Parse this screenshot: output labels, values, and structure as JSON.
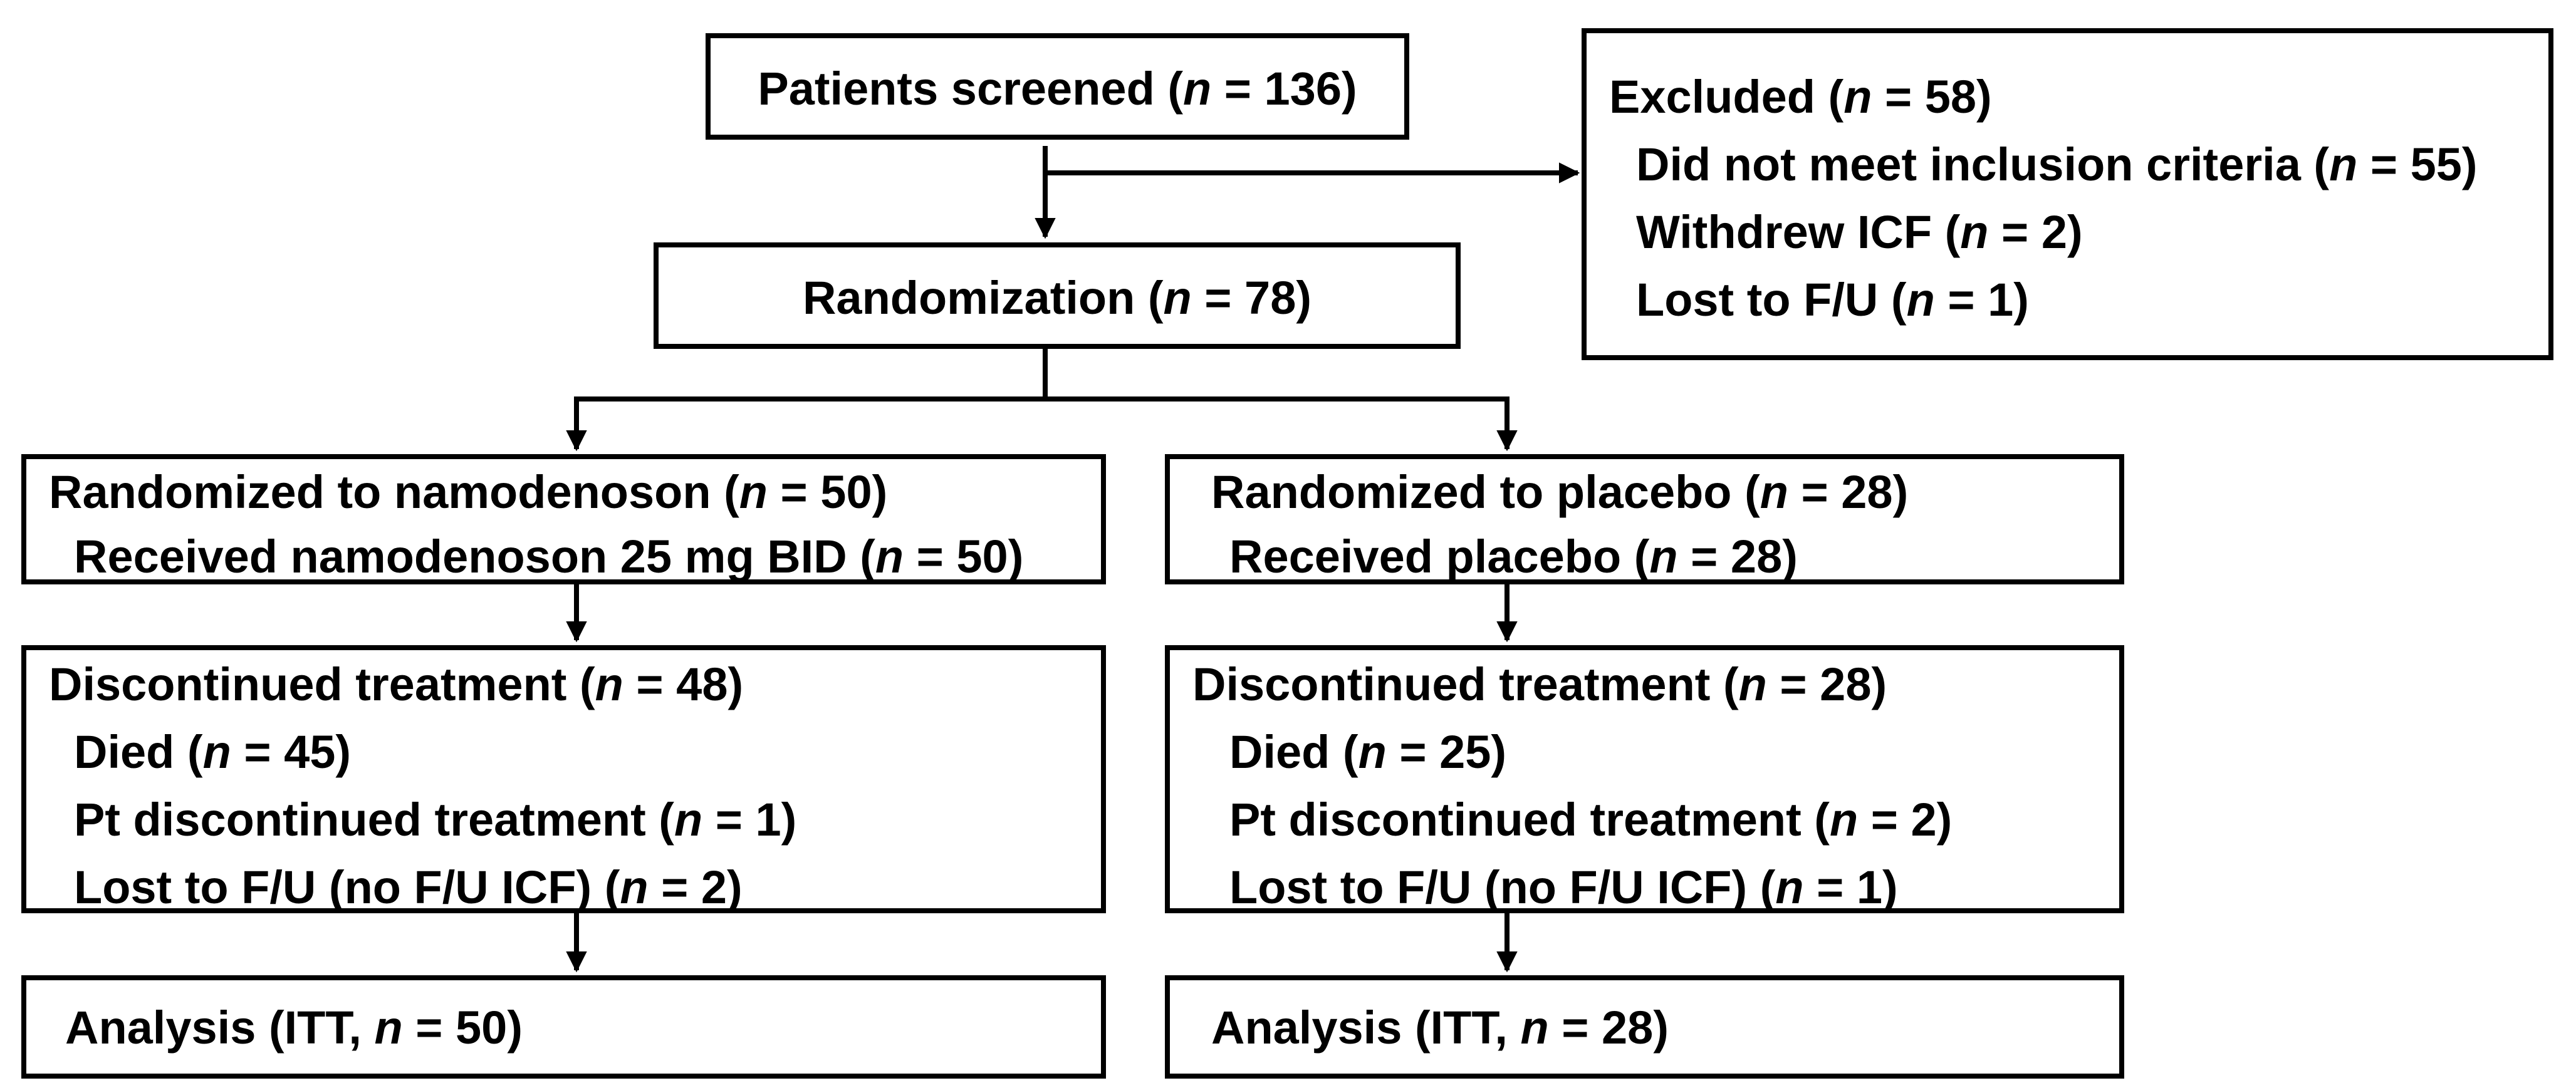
{
  "flowchart": {
    "screened": {
      "text": "Patients screened (",
      "n": "n",
      "tail": " = 136)"
    },
    "excluded": {
      "title": {
        "text": "Excluded  (",
        "n": "n",
        "tail": " = 58)"
      },
      "items": [
        {
          "text": "Did not meet inclusion criteria (",
          "n": "n",
          "tail": " = 55)"
        },
        {
          "text": "Withdrew ICF (",
          "n": "n",
          "tail": " = 2)"
        },
        {
          "text": "Lost to F/U (",
          "n": "n",
          "tail": " = 1)"
        }
      ]
    },
    "randomization": {
      "text": "Randomization (",
      "n": "n",
      "tail": " = 78)"
    },
    "arm_namodenoson": {
      "randomized": {
        "title": {
          "text": "Randomized to namodenoson (",
          "n": "n",
          "tail": " = 50)"
        },
        "received": {
          "text": "Received namodenoson 25 mg BID (",
          "n": "n",
          "tail": " = 50)"
        }
      },
      "discontinued": {
        "title": {
          "text": "Discontinued treatment (",
          "n": "n",
          "tail": " = 48)"
        },
        "items": [
          {
            "text": "Died  (",
            "n": "n",
            "tail": " = 45)"
          },
          {
            "text": "Pt discontinued treatment (",
            "n": "n",
            "tail": " = 1)"
          },
          {
            "text": "Lost to  F/U (no F/U ICF) (",
            "n": "n",
            "tail": " = 2)"
          }
        ]
      },
      "analysis": {
        "text": "Analysis (ITT, ",
        "n": "n",
        "tail": " = 50)"
      }
    },
    "arm_placebo": {
      "randomized": {
        "title": {
          "text": "Randomized to placebo (",
          "n": "n",
          "tail": " = 28)"
        },
        "received": {
          "text": "Received placebo (",
          "n": "n",
          "tail": " = 28)"
        }
      },
      "discontinued": {
        "title": {
          "text": "Discontinued treatment (",
          "n": "n",
          "tail": " = 28)"
        },
        "items": [
          {
            "text": "Died (",
            "n": "n",
            "tail": " = 25)"
          },
          {
            "text": "Pt discontinued treatment (",
            "n": "n",
            "tail": " = 2)"
          },
          {
            "text": "Lost to  F/U (no F/U ICF) (",
            "n": "n",
            "tail": " = 1)"
          }
        ]
      },
      "analysis": {
        "text": "Analysis (ITT, ",
        "n": "n",
        "tail": " = 28)"
      }
    }
  }
}
